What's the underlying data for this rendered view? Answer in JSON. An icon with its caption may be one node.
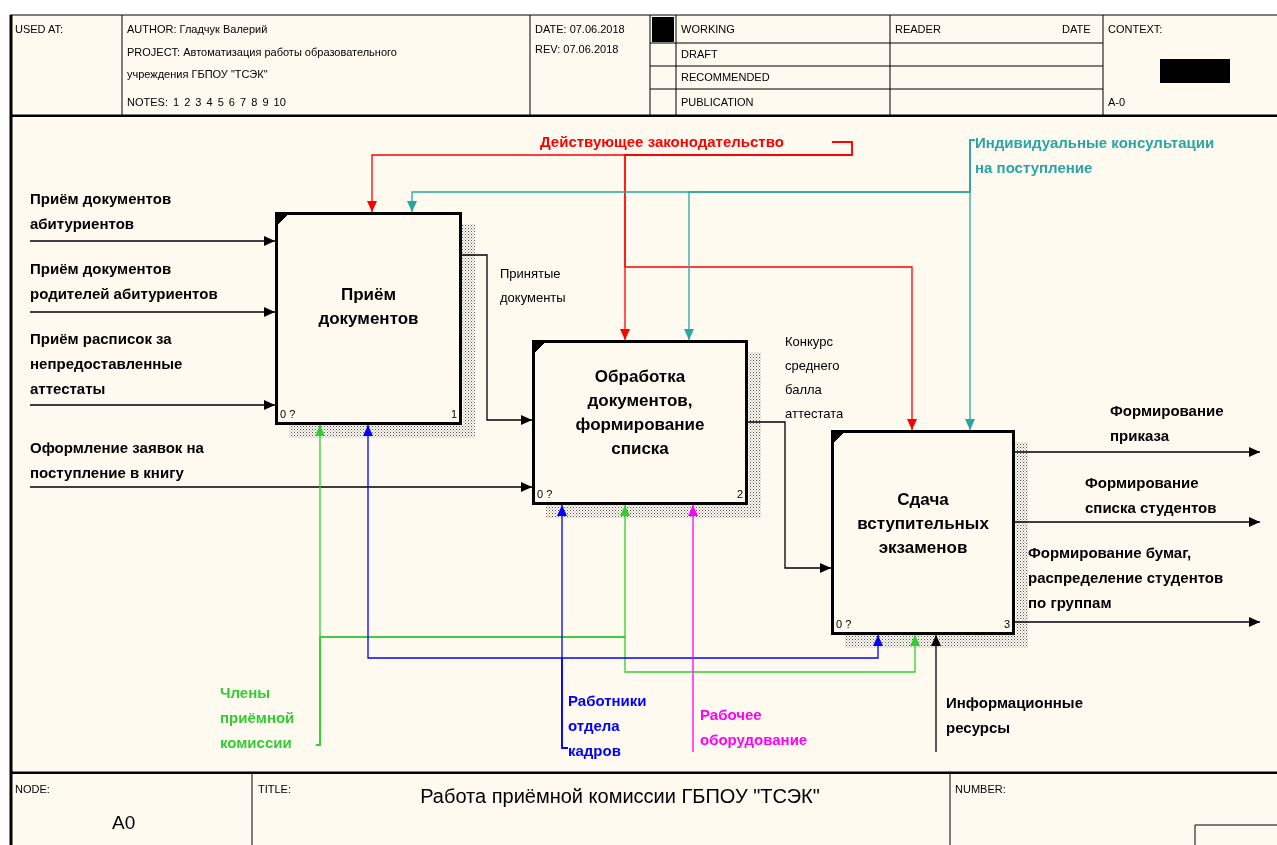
{
  "diagram": {
    "title": "Работа приёмной комиссии ГБПОУ \"ТСЭК\"",
    "nodes": [
      {
        "text": [
          "Приём документов",
          "0 ?",
          "1"
        ]
      },
      {
        "text": [
          "Обработка документов, формирование списка",
          "0 ?",
          "2"
        ]
      },
      {
        "text": [
          "Сдача вступительных экзаменов",
          "0 ?",
          "3"
        ]
      },
      {
        "text": [
          "Действующее законодательство"
        ]
      },
      {
        "text": [
          "Индивидуальные консультации на поступление"
        ]
      },
      {
        "text": [
          "Члены приёмной комиссии"
        ]
      },
      {
        "text": [
          "Работники отдела кадров"
        ]
      }
    ],
    "edges": [
      {
        "from": null,
        "to": 0,
        "arrow": "to",
        "label": "Приём документов абитуриентов"
      },
      {
        "from": null,
        "to": 0,
        "arrow": "to",
        "label": "Приём документов родителей абитуриентов"
      },
      {
        "from": null,
        "to": 0,
        "arrow": "to",
        "label": "Приём расписок за непредоставленные аттестаты"
      },
      {
        "from": null,
        "to": 1,
        "arrow": "to",
        "label": "Оформление заявок на поступление в книгу"
      },
      {
        "from": 0,
        "to": 1,
        "arrow": "to",
        "label": "Принятые документы"
      },
      {
        "from": 1,
        "to": 2,
        "arrow": "to",
        "label": "Конкурс среднего балла аттестата"
      },
      {
        "from": 2,
        "to": null,
        "arrow": "to",
        "label": "Формирование приказа"
      },
      {
        "from": 2,
        "to": null,
        "arrow": "to",
        "label": "Формирование списка студентов"
      },
      {
        "from": 2,
        "to": null,
        "arrow": "to",
        "label": "Формирование бумаг, распределение студентов по группам"
      },
      {
        "from": 3,
        "to": 0,
        "arrow": "to",
        "color": "#ff0000"
      },
      {
        "from": 3,
        "to": 1,
        "arrow": "to",
        "color": "#ff0000"
      },
      {
        "from": 3,
        "to": 2,
        "arrow": "to",
        "color": "#ff0000"
      },
      {
        "from": 4,
        "to": 0,
        "arrow": "to",
        "color": "#2aa5a5"
      },
      {
        "from": 4,
        "to": 1,
        "arrow": "to",
        "color": "#2aa5a5"
      },
      {
        "from": 4,
        "to": 2,
        "arrow": "to",
        "color": "#2aa5a5"
      },
      {
        "from": 5,
        "to": 0,
        "arrow": "to",
        "color": "#33cc33"
      },
      {
        "from": 5,
        "to": 1,
        "arrow": "to",
        "color": "#33cc33"
      },
      {
        "from": 5,
        "to": 2,
        "arrow": "to",
        "color": "#33cc33"
      },
      {
        "from": 6,
        "to": 0,
        "arrow": "to",
        "color": "#0000ff"
      },
      {
        "from": 6,
        "to": 1,
        "arrow": "to",
        "color": "#0000ff"
      },
      {
        "from": 6,
        "to": 2,
        "arrow": "to",
        "color": "#0000ff"
      },
      {
        "from": null,
        "to": 1,
        "arrow": "to",
        "label": "Рабочее оборудование",
        "color": "#ff00ff"
      },
      {
        "from": null,
        "to": 2,
        "arrow": "to",
        "label": "Информационные ресурсы"
      }
    ],
    "labels": [
      "USED AT:",
      "AUTHOR: Гладчук Валерий",
      "PROJECT: Автоматизация работы образовательного учреждения ГБПОУ \"ТСЭК\"",
      "NOTES: 1 2 3 4 5 6 7 8 9 10",
      "DATE: 07.06.2018",
      "REV: 07.06.2018",
      "WORKING",
      "DRAFT",
      "RECOMMENDED",
      "PUBLICATION",
      "READER",
      "DATE",
      "CONTEXT:",
      "A-0",
      "NODE:",
      "A0",
      "TITLE:",
      "NUMBER:"
    ]
  }
}
